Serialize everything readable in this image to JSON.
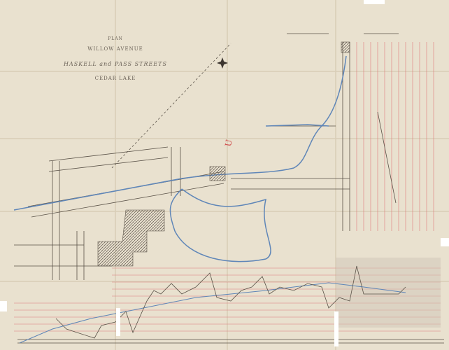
{
  "title_block": {
    "line1": "PLAN",
    "line2": "WILLOW AVENUE",
    "line3": "HASKELL and PASS STREETS",
    "line4": "CEDAR LAKE"
  },
  "colors": {
    "paper": "#e9e1cf",
    "ink": "#5a5248",
    "water": "#5f86b8",
    "grid_red": "#e07a7a"
  }
}
